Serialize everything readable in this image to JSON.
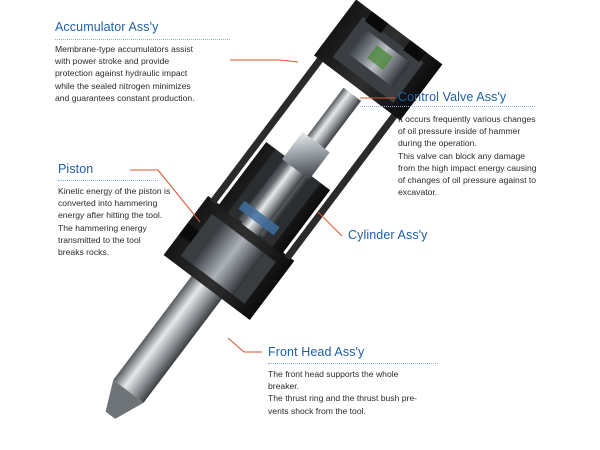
{
  "callouts": {
    "accumulator": {
      "title": "Accumulator Ass'y",
      "lines": [
        "Membrane-type accumulators assist",
        "with power stroke and provide",
        "protection against hydraulic impact",
        "while the sealed nitrogen minimizes",
        "and guarantees constant production."
      ]
    },
    "control_valve": {
      "title": "Control Valve Ass'y",
      "lines": [
        "It occurs frequently various changes",
        "of oil pressure inside of hammer",
        "during the operation.",
        "This valve can block any damage",
        "from the high impact energy causing",
        "of changes of oil pressure against to",
        "excavator."
      ]
    },
    "piston": {
      "title": "Piston",
      "lines": [
        "Kinetic energy of the piston is",
        "converted into hammering",
        "energy after hitting the tool.",
        "The hammering energy",
        "transmitted to the tool",
        "breaks rocks."
      ]
    },
    "cylinder": {
      "title": "Cylinder Ass'y"
    },
    "front_head": {
      "title": "Front Head Ass'y",
      "lines": [
        "The front head supports the whole",
        "breaker.",
        "The thrust ring and the thrust bush pre-",
        "vents shock from the tool."
      ]
    }
  },
  "colors": {
    "title": "#1f5fa8",
    "leader": "#d9542b",
    "divider": "#8fb0d6"
  }
}
